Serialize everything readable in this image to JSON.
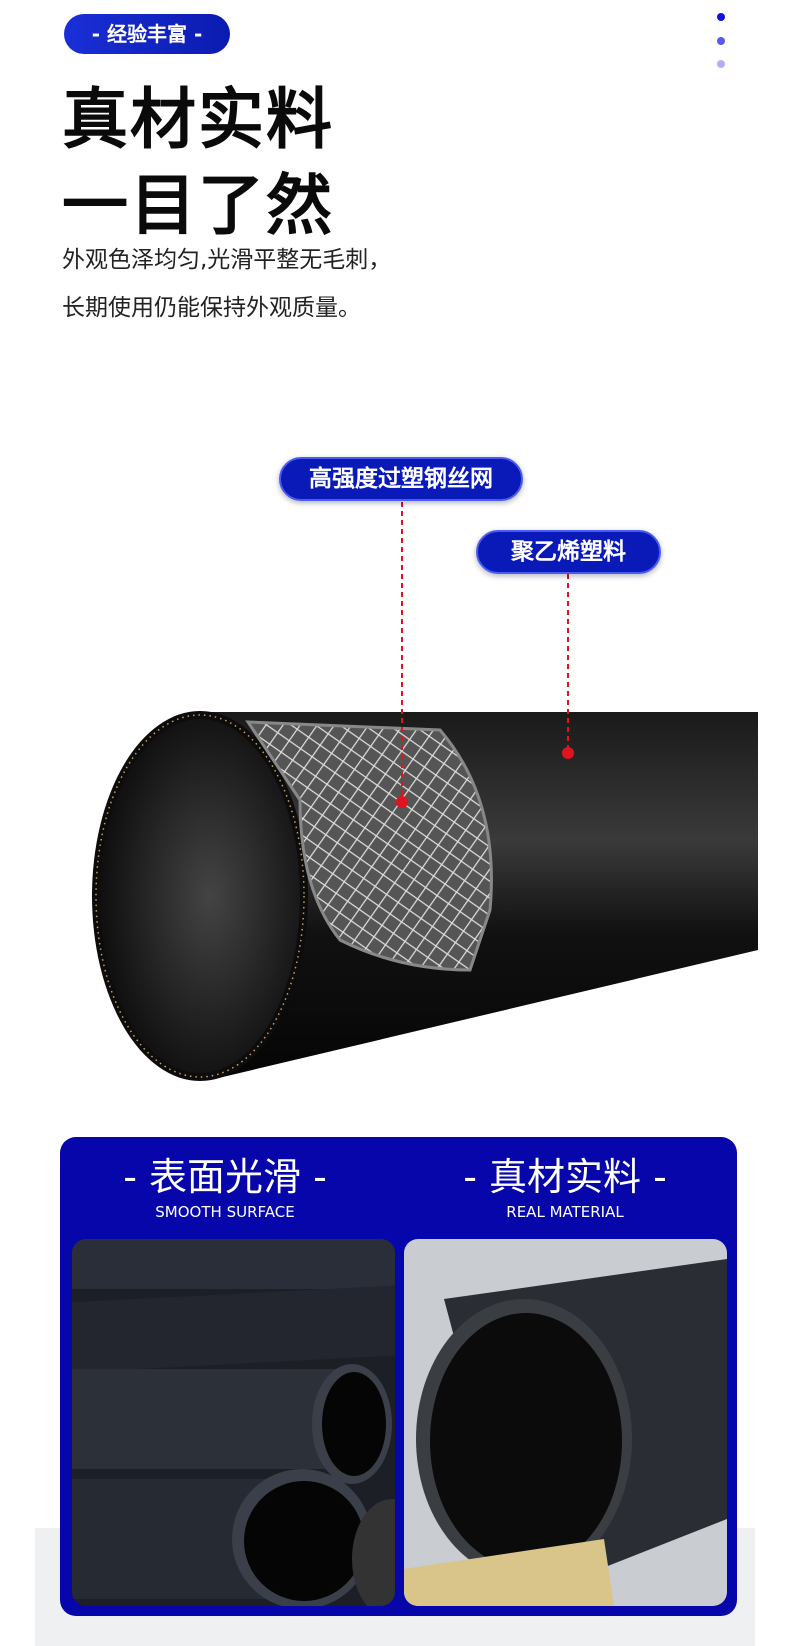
{
  "badge": "- 经验丰富 -",
  "headline": {
    "line1": "真材实料",
    "line2": "一目了然"
  },
  "description": {
    "line1": "外观色泽均匀,光滑平整无毛刺，",
    "line2": "长期使用仍能保持外观质量。"
  },
  "callouts": {
    "mesh": "高强度过塑钢丝网",
    "pe": "聚乙烯塑料"
  },
  "colors": {
    "brand_blue": "#0606aa",
    "callout_red": "#e0141e"
  },
  "features": [
    {
      "title": "- 表面光滑 -",
      "subtitle": "SMOOTH SURFACE"
    },
    {
      "title": "- 真材实料 -",
      "subtitle": "REAL MATERIAL"
    }
  ]
}
